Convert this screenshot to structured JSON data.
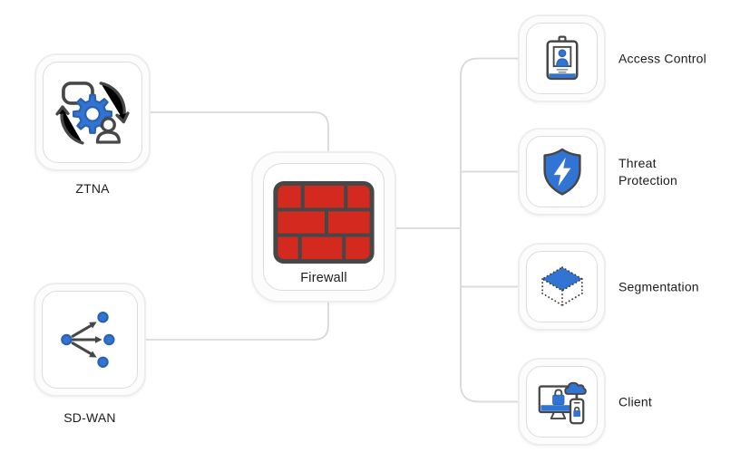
{
  "diagram": {
    "nodes": {
      "ztna": {
        "label": "ZTNA",
        "icon": "identity-sync-gear-icon"
      },
      "sdwan": {
        "label": "SD-WAN",
        "icon": "branch-network-icon"
      },
      "firewall": {
        "label": "Firewall",
        "icon": "brick-wall-icon"
      },
      "access_control": {
        "label": "Access Control",
        "icon": "id-badge-icon"
      },
      "threat_protection": {
        "label": "Threat Protection",
        "icon": "shield-lightning-icon"
      },
      "segmentation": {
        "label": "Segmentation",
        "icon": "dotted-cube-icon"
      },
      "client": {
        "label": "Client",
        "icon": "devices-cloud-lock-icon"
      }
    },
    "connections": [
      {
        "from": "ztna",
        "to": "firewall"
      },
      {
        "from": "sdwan",
        "to": "firewall"
      },
      {
        "from": "firewall",
        "to": "access_control"
      },
      {
        "from": "firewall",
        "to": "threat_protection"
      },
      {
        "from": "firewall",
        "to": "segmentation"
      },
      {
        "from": "firewall",
        "to": "client"
      }
    ],
    "colors": {
      "accent_blue": "#3274d4",
      "accent_blue_dark": "#2b62b0",
      "brick_red": "#d4291f",
      "outline_gray": "#474747",
      "connector_gray": "#d9d9d9",
      "label_text": "#1c1c1c"
    }
  }
}
